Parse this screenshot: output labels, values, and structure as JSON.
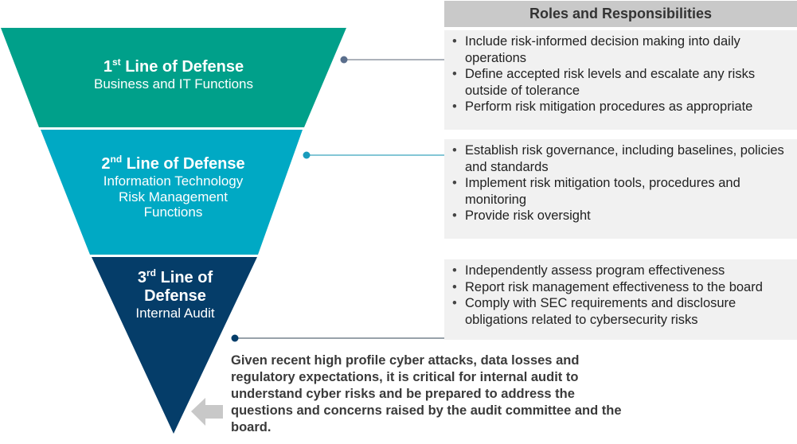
{
  "header": {
    "title": "Roles and Responsibilities"
  },
  "colors": {
    "line1": "#00a08a",
    "line2": "#00a9c4",
    "line3": "#053d69",
    "dot1": "#5a6e8c",
    "dot2": "#1a9cbc",
    "dot3": "#053d69",
    "panel_bg": "#f1f1f1",
    "header_bg": "#c9c9c9",
    "arrow": "#c8c8c8"
  },
  "lines": [
    {
      "ordinal_num": "1",
      "ordinal_suffix": "st",
      "title": "Line of Defense",
      "subtitle": [
        "Business and IT Functions"
      ],
      "responsibilities": [
        "Include risk-informed decision making into daily operations",
        "Define accepted risk levels and escalate any risks outside of tolerance",
        "Perform risk mitigation procedures as appropriate"
      ]
    },
    {
      "ordinal_num": "2",
      "ordinal_suffix": "nd",
      "title": "Line of Defense",
      "subtitle": [
        "Information Technology",
        "Risk Management",
        "Functions"
      ],
      "responsibilities": [
        "Establish risk governance, including baselines, policies and standards",
        "Implement risk mitigation tools, procedures and monitoring",
        "Provide risk oversight"
      ]
    },
    {
      "ordinal_num": "3",
      "ordinal_suffix": "rd",
      "title_line1": "Line of",
      "title_line2": "Defense",
      "subtitle": [
        "Internal Audit"
      ],
      "responsibilities": [
        "Independently assess program effectiveness",
        "Report risk management effectiveness to the board",
        "Comply with SEC requirements and disclosure obligations related to cybersecurity risks"
      ]
    }
  ],
  "note": "Given recent high profile cyber attacks, data losses and regulatory expectations, it is critical for internal audit to understand cyber risks and be prepared to address the questions and concerns raised by the audit committee and the board.",
  "icons": {
    "arrow": "left-arrow-icon",
    "connector": "dot-connector"
  }
}
